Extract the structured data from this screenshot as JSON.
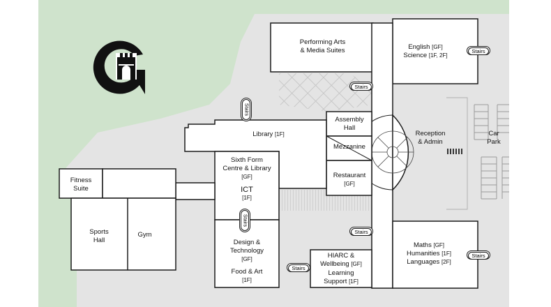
{
  "colors": {
    "grass": "#cfe3cc",
    "paving": "#e4e4e4",
    "walls": "#1a1a1a",
    "rooms": "#ffffff",
    "logo": "#111111"
  },
  "logo": {
    "icon": "castle-g-logo"
  },
  "rooms": {
    "performing_arts": {
      "line1": "Performing Arts",
      "line2": "& Media Suites"
    },
    "english": {
      "name": "English",
      "floor": "[GF]"
    },
    "science": {
      "name": "Science",
      "floor": "[1F, 2F]"
    },
    "assembly": {
      "line1": "Assembly",
      "line2": "Hall"
    },
    "reception": {
      "line1": "Reception",
      "line2": "& Admin"
    },
    "car_park": {
      "line1": "Car",
      "line2": "Park"
    },
    "library": {
      "name": "Library",
      "floor": "[1F]"
    },
    "mezzanine": {
      "name": "Mezzanine"
    },
    "sixth_form": {
      "line1": "Sixth Form",
      "line2": "Centre & Library",
      "floor": "[GF]"
    },
    "ict": {
      "name": "ICT",
      "floor": "[1F]"
    },
    "restaurant": {
      "name": "Restaurant",
      "floor": "[GF]"
    },
    "fitness": {
      "line1": "Fitness",
      "line2": "Suite"
    },
    "sports_hall": {
      "line1": "Sports",
      "line2": "Hall"
    },
    "gym": {
      "name": "Gym"
    },
    "design_tech": {
      "line1": "Design &",
      "line2": "Technology",
      "floor": "[GF]"
    },
    "food_art": {
      "name": "Food & Art",
      "floor": "[1F]"
    },
    "maths": {
      "name": "Maths",
      "floor": "[GF]"
    },
    "humanities": {
      "name": "Humanities",
      "floor": "[1F]"
    },
    "languages": {
      "name": "Languages",
      "floor": "[2F]"
    },
    "hiarc": {
      "line1": "HIARC &",
      "line2": "Wellbeing",
      "floor": "[GF]"
    },
    "learning_support": {
      "line1": "Learning",
      "line2": "Support",
      "floor": "[1F]"
    }
  },
  "stairs": {
    "label": "Stairs"
  }
}
